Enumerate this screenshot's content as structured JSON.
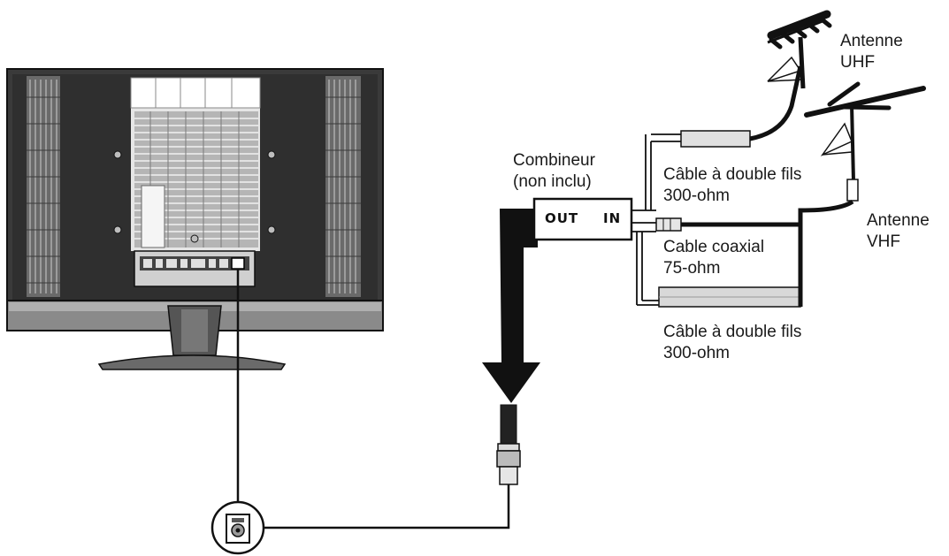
{
  "labels": {
    "uhf_antenna": [
      "Antenne",
      "UHF"
    ],
    "vhf_antenna": [
      "Antenne",
      "VHF"
    ],
    "combiner": [
      "Combineur",
      "(non inclu)"
    ],
    "combiner_out": "OUT",
    "combiner_in": "IN",
    "twin_lead_top": [
      "Câble à double fils",
      "300-ohm"
    ],
    "coax": [
      "Cable coaxial",
      "75-ohm"
    ],
    "twin_lead_bottom": [
      "Câble à double fils",
      "300-ohm"
    ]
  },
  "colors": {
    "cable": "#111111",
    "tv_dark": "#2b2b2b",
    "tv_mid": "#7a7a7a",
    "tv_light": "#d9d9d9"
  }
}
